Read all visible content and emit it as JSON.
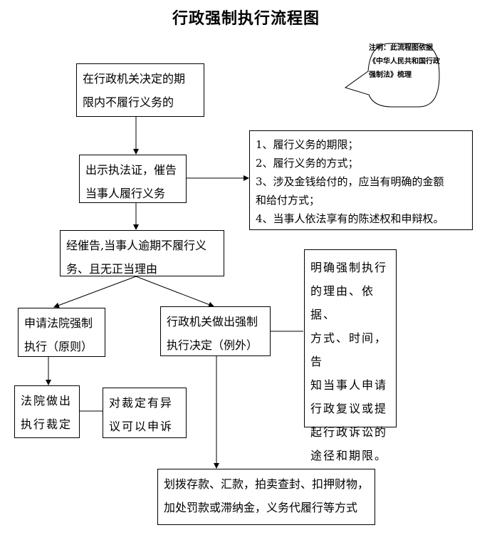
{
  "title": "行政强制执行流程图",
  "note": "注明：此流程图依据《中华人民共和国行政强制法》梳理",
  "nodes": {
    "start": [
      "在行政机关决定的期",
      "限内不履行义务的"
    ],
    "notice": [
      "出示执法证，催告",
      "当事人履行义务"
    ],
    "requirements": [
      "1、履行义务的期限；",
      "2、履行义务的方式；",
      "3、涉及金钱给付的，应当有明确的金额",
      "和给付方式；",
      "4、当事人依法享有的陈述权和申辩权。"
    ],
    "overdue": [
      "经催告,当事人逾期不履行义",
      "务、且无正当理由"
    ],
    "court_apply": [
      "申请法院强制",
      "执行（原则）"
    ],
    "agency_decision": [
      "行政机关做出强制",
      "执行决定（例外）"
    ],
    "decision_content": [
      "明确强制执行",
      "的理由、依据、",
      "方式、时间，告",
      "知当事人申请",
      "行政复议或提",
      "起行政诉讼的",
      "途径和期限。"
    ],
    "court_ruling": [
      "法院做出",
      "执行裁定"
    ],
    "appeal": [
      "对裁定有异",
      "议可以申诉"
    ],
    "measures": [
      "划拨存款、汇款，拍卖查封、扣押财物，",
      "加处罚款或滞纳金，义务代履行等方式"
    ]
  }
}
